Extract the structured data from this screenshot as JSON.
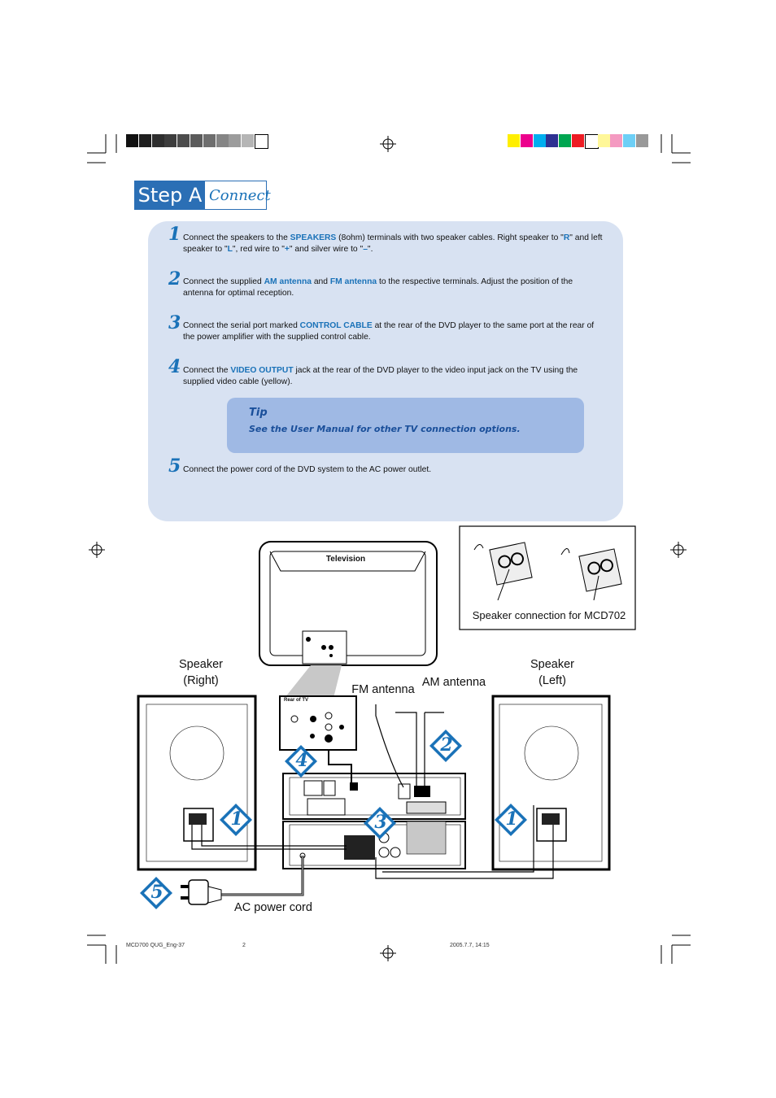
{
  "header": {
    "step_label": "Step A",
    "step_title": "Connect"
  },
  "colors": {
    "accent": "#1a72b8",
    "panel": "#d8e2f2",
    "tip_bg": "#9fb9e4",
    "header_bg": "#2b6fb5"
  },
  "steps": [
    {
      "number": "1",
      "parts": [
        {
          "t": "Connect the speakers to the "
        },
        {
          "t": "SPEAKERS",
          "hl": true
        },
        {
          "t": " (8ohm) terminals with two speaker cables. Right speaker to \""
        },
        {
          "t": "R",
          "hl": true
        },
        {
          "t": "\" and left speaker to \""
        },
        {
          "t": "L",
          "hl": true
        },
        {
          "t": "\", red wire to \""
        },
        {
          "t": "+",
          "hl": true
        },
        {
          "t": "\" and silver wire to \""
        },
        {
          "t": "–",
          "hl": true
        },
        {
          "t": "\"."
        }
      ]
    },
    {
      "number": "2",
      "parts": [
        {
          "t": "Connect the supplied "
        },
        {
          "t": "AM antenna",
          "hl": true
        },
        {
          "t": " and "
        },
        {
          "t": "FM antenna",
          "hl": true
        },
        {
          "t": " to the respective terminals. Adjust the position of the antenna for optimal reception."
        }
      ]
    },
    {
      "number": "3",
      "parts": [
        {
          "t": "Connect the serial port marked "
        },
        {
          "t": "CONTROL CABLE",
          "hl": true
        },
        {
          "t": " at the rear of the DVD player to the same port at the rear of the power amplifier with the supplied control cable."
        }
      ]
    },
    {
      "number": "4",
      "parts": [
        {
          "t": "Connect the "
        },
        {
          "t": "VIDEO OUTPUT",
          "hl": true
        },
        {
          "t": " jack at the rear of the DVD player to the video input jack on the TV using the supplied video cable (yellow)."
        }
      ]
    },
    {
      "number": "5",
      "parts": [
        {
          "t": "Connect the power cord of the DVD system to the AC power outlet."
        }
      ]
    }
  ],
  "tip": {
    "title": "Tip",
    "text": "See the User Manual for other TV connection options."
  },
  "diagram": {
    "tv_label": "Television",
    "rear_tv_label": "Rear of TV",
    "speaker_conn_caption": "Speaker connection for MCD702",
    "speaker_right_label": "Speaker\n(Right)",
    "speaker_left_label": "Speaker\n(Left)",
    "fm_antenna_label": "FM antenna",
    "am_antenna_label": "AM antenna",
    "ac_power_label": "AC power cord",
    "callouts": [
      "1",
      "2",
      "3",
      "4",
      "5",
      "1"
    ]
  },
  "footer": {
    "file": "MCD700 QUG_Eng-37",
    "page": "2",
    "date": "2005.7.7, 14:15"
  },
  "color_bar_gray": [
    "#111111",
    "#1f1f1f",
    "#2e2e2e",
    "#3d3d3d",
    "#4c4c4c",
    "#5b5b5b",
    "#6e6e6e",
    "#858585",
    "#9c9c9c",
    "#b5b5b5",
    "#ffffff"
  ],
  "color_bar_color": [
    "#ffee00",
    "#ec008c",
    "#00aeef",
    "#2e3192",
    "#00a651",
    "#ed1c24",
    "#ffffff",
    "#fff799",
    "#f49ac1",
    "#6dcff6",
    "#999999"
  ]
}
